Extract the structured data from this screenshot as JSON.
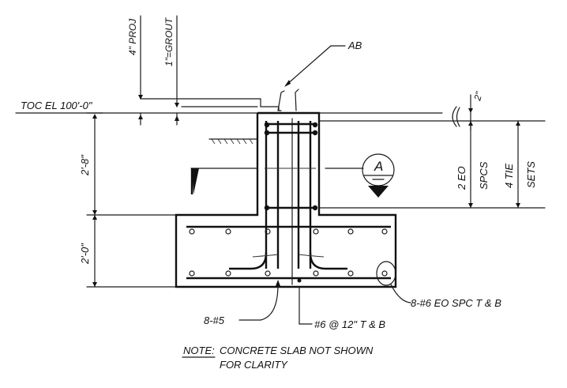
{
  "labels": {
    "anchor_bolt": "AB",
    "projection": "4\" PROJ",
    "grout": "1\"=GROUT",
    "top_of_concrete": "TOC EL 100'-0\"",
    "top_clear": "2\"",
    "pedestal_height": "2'-8\"",
    "footing_depth": "2'-0\"",
    "equal_spaces_a": "2 EO",
    "equal_spaces_b": "SPCS",
    "tie_sets_a": "4 TIE",
    "tie_sets_b": "SETS",
    "section_mark": "A",
    "vertical_bars": "8-#5",
    "transverse_bars": "#6 @ 12\" T & B",
    "longitudinal_bars": "8-#6 EO SPC T & B"
  },
  "note": {
    "heading": "NOTE:",
    "line1": "CONCRETE SLAB NOT SHOWN",
    "line2": "FOR CLARITY"
  }
}
